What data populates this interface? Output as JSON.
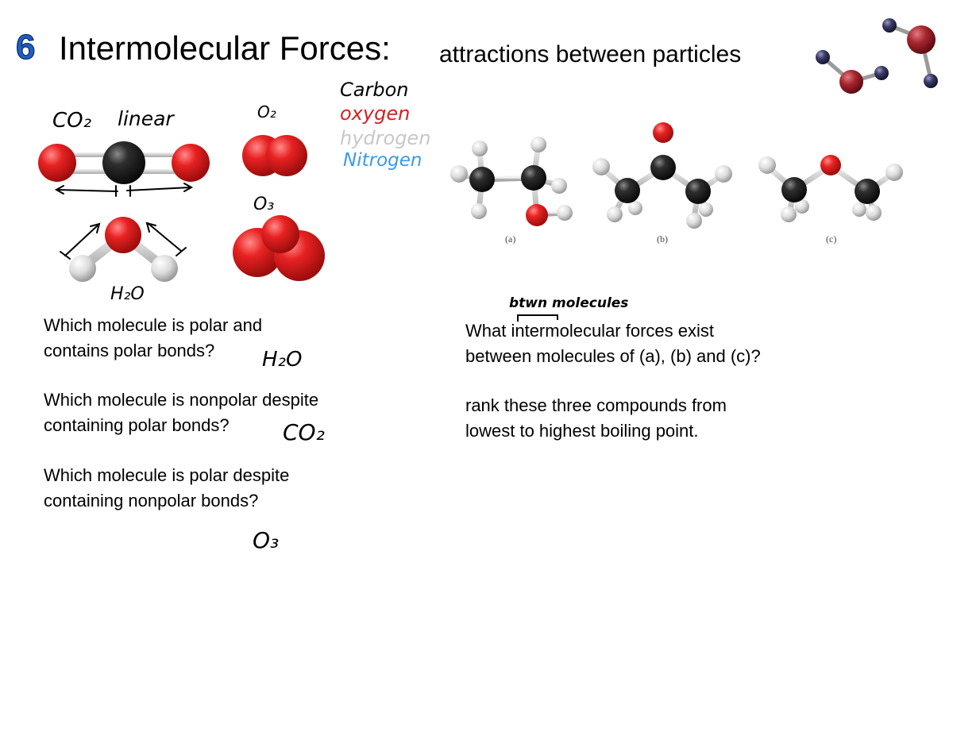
{
  "header": {
    "number": "6",
    "title": "Intermolecular Forces:",
    "subtitle": "attractions between particles"
  },
  "legend": {
    "carbon": {
      "label": "Carbon",
      "color": "#000000"
    },
    "oxygen": {
      "label": "oxygen",
      "color": "#d32020"
    },
    "hydrogen": {
      "label": "hydrogen",
      "color": "#c8c8c8"
    },
    "nitrogen": {
      "label": "Nitrogen",
      "color": "#3b9ae8"
    }
  },
  "molecule_labels": {
    "co2": "CO₂",
    "linear": "linear",
    "o2": "O₂",
    "o3": "O₃",
    "h2o": "H₂O"
  },
  "panel_labels": [
    "(a)",
    "(b)",
    "(c)"
  ],
  "left_questions": [
    {
      "lines": [
        "Which molecule is polar and",
        "contains polar bonds?"
      ],
      "answer": "H₂O"
    },
    {
      "lines": [
        "Which molecule is nonpolar despite",
        "containing polar bonds?"
      ],
      "answer": "CO₂"
    },
    {
      "lines": [
        "Which molecule is polar despite",
        "containing nonpolar bonds?"
      ],
      "answer": "O₃"
    }
  ],
  "right_questions": {
    "annotation": "btwn molecules",
    "q1": [
      "What intermolecular forces exist",
      "between molecules of (a), (b) and (c)?"
    ],
    "q2": [
      "rank these three compounds from",
      "lowest to highest boiling point."
    ]
  },
  "colors": {
    "oxygen_atom": "#e02020",
    "carbon_atom": "#262626",
    "hydrogen_atom": "#d8d8d8",
    "nitrogen_atom": "#3a3a66",
    "number_blue": "#1f5fbf"
  }
}
